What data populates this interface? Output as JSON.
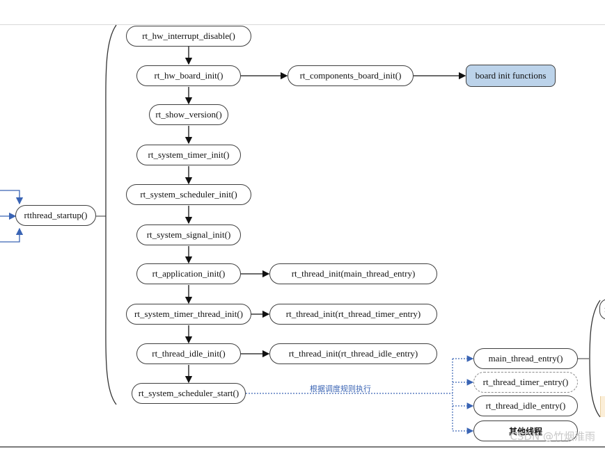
{
  "nodes": {
    "startup": "rtthread_startup()",
    "interrupt_disable": "rt_hw_interrupt_disable()",
    "board_init": "rt_hw_board_init()",
    "components_board_init": "rt_components_board_init()",
    "board_init_functions": "board init functions",
    "show_version": "rt_show_version()",
    "system_timer_init": "rt_system_timer_init()",
    "scheduler_init": "rt_system_scheduler_init()",
    "signal_init": "rt_system_signal_init()",
    "application_init": "rt_application_init()",
    "thread_init_main": "rt_thread_init(main_thread_entry)",
    "timer_thread_init": "rt_system_timer_thread_init()",
    "thread_init_timer": "rt_thread_init(rt_thread_timer_entry)",
    "thread_idle_init": "rt_thread_idle_init()",
    "thread_init_idle": "rt_thread_init(rt_thread_idle_entry)",
    "scheduler_start": "rt_system_scheduler_start()",
    "main_thread_entry": "main_thread_entry()",
    "timer_entry": "rt_thread_timer_entry()",
    "idle_entry": "rt_thread_idle_entry()",
    "other_threads": "其他线程",
    "clipped_right": "r"
  },
  "edge_label": "根据调度规则执行",
  "watermark": "CSDN @竹烟淮雨",
  "colors": {
    "edge_blue": "#3a64b4",
    "highlight_fill": "#bcd3ea"
  }
}
